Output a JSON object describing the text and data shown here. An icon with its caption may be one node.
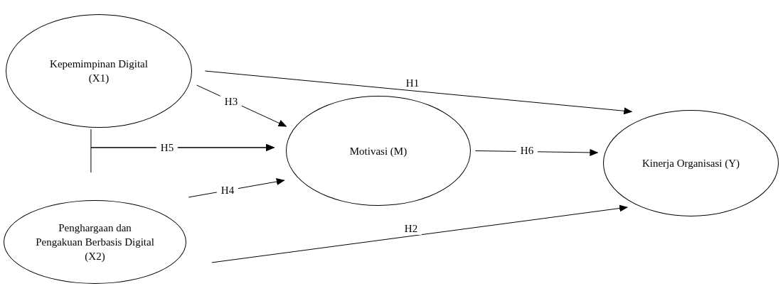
{
  "diagram": {
    "nodes": [
      {
        "text": [
          "Kepemimpinan Digital (X1)"
        ]
      },
      {
        "text": [
          "Motivasi (M)"
        ]
      },
      {
        "text": [
          "Kinerja Organisasi (Y)"
        ]
      },
      {
        "text": [
          "Penghargaan dan Pengakuan Berbasis Digital (X2)"
        ]
      }
    ],
    "edges": [
      {
        "from": 0,
        "to": 2,
        "arrow": "to",
        "label": "H1"
      },
      {
        "from": 3,
        "to": 2,
        "arrow": "to",
        "label": "H2"
      },
      {
        "from": 0,
        "to": 1,
        "arrow": "to",
        "label": "H3"
      },
      {
        "from": 3,
        "to": 1,
        "arrow": "to",
        "label": "H4"
      },
      {
        "from": 0,
        "to": 1,
        "arrow": "to",
        "label": "H5"
      },
      {
        "from": 3,
        "to": 1,
        "arrow": "to"
      },
      {
        "from": 1,
        "to": 2,
        "arrow": "to",
        "label": "H6"
      }
    ]
  }
}
